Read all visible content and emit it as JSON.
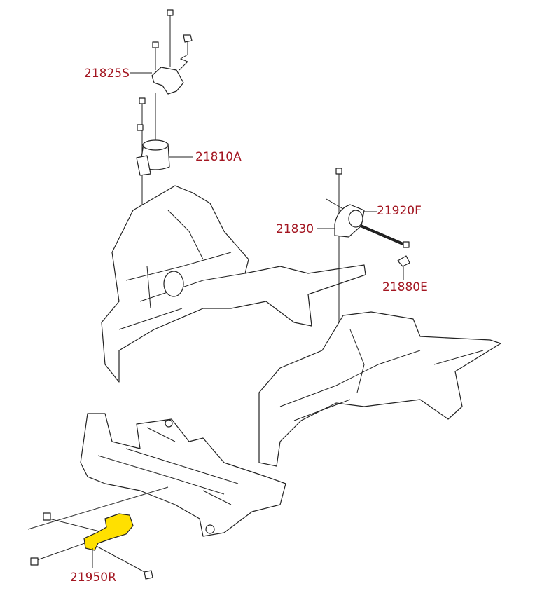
{
  "diagram": {
    "labels": {
      "engine_mount_bracket": "21825S",
      "engine_mount_insulator": "21810A",
      "transaxle_mount_bracket": "21830",
      "transaxle_mount_insulator": "21920F",
      "transaxle_mount_stopper": "21880E",
      "roll_rod_mount": "21950R"
    },
    "highlight_color": "#ffe000",
    "label_color": "#a31621"
  }
}
